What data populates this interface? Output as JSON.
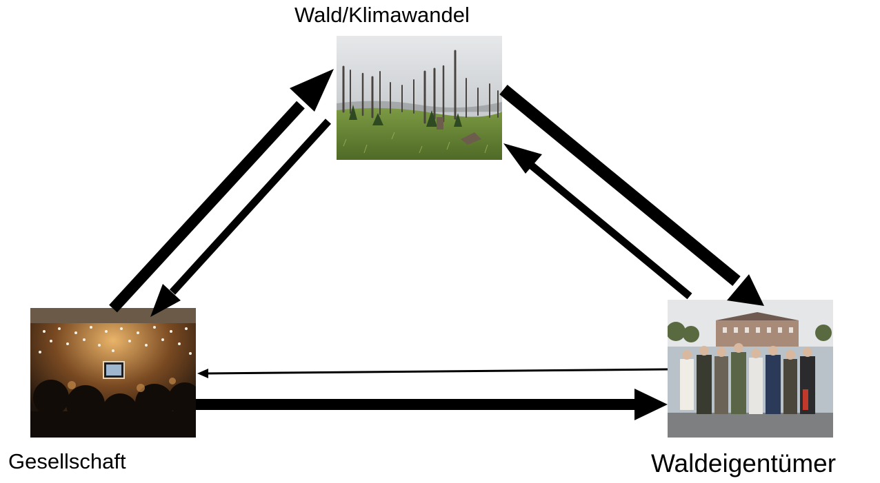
{
  "nodes": {
    "forest": {
      "label": "Wald/Klimawandel",
      "image": "dead-forest-photo",
      "colors": {
        "sky": "#cfd2d6",
        "grass": "#6c8a3a",
        "trunk": "#4a4440"
      }
    },
    "society": {
      "label": "Gesellschaft",
      "image": "crowd-with-phones-photo",
      "colors": {
        "dark": "#1a120c",
        "glow": "#d9a25c",
        "light": "#f4f1e6"
      }
    },
    "owners": {
      "label": "Waldeigentümer",
      "image": "group-in-front-of-castle-photo",
      "colors": {
        "sky": "#e4e6e8",
        "building": "#a78a78",
        "water": "#b9c2c8"
      }
    },
    "edges": [
      {
        "from": "society",
        "to": "forest",
        "weight": "thick"
      },
      {
        "from": "forest",
        "to": "society",
        "weight": "medium"
      },
      {
        "from": "forest",
        "to": "owners",
        "weight": "thick"
      },
      {
        "from": "owners",
        "to": "forest",
        "weight": "medium"
      },
      {
        "from": "owners",
        "to": "society",
        "weight": "thin"
      },
      {
        "from": "society",
        "to": "owners",
        "weight": "thick"
      }
    ]
  }
}
